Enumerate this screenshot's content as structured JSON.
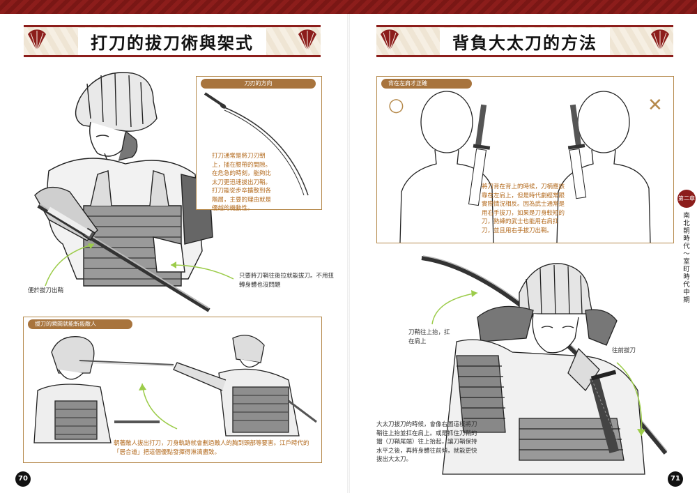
{
  "left_page": {
    "title": "打刀的拔刀術與架式",
    "page_number": "70",
    "panel_top": {
      "tag": "刀刃的方向",
      "text": "打刀通常是將刀刃朝上，插在腰帶的間隙。在危急的時刻，能夠比太刀更迅速拔出刀鞘。打刀能從步卒擴散到各階層，主要的理由就是優越的機動性。"
    },
    "annotation_right": "只要將刀鞘往後拉就能拔刀。不用扭轉身體也沒問題",
    "annotation_left": "便於拔刀出鞘",
    "panel_bottom": {
      "tag": "拔刀的瞬間就能斬殺敵人",
      "text": "朝著敵人拔出打刀，刀身軌跡就會劃過敵人的胸到頭部等要害。江戶時代的「居合道」把這個優點發揮得淋漓盡致。"
    }
  },
  "right_page": {
    "title": "背負大太刀的方法",
    "page_number": "71",
    "panel_top": {
      "tag": "背在左肩才正確",
      "correct_mark": "○",
      "wrong_mark": "✕",
      "text": "將刀背在背上的時候，刀柄應該靠在左肩上，但是時代劇經常跟實際情況相反。因為武士通常是用右手拔刀，如果是刀身較短的刀，熟練的武士也能用右肩扛刀，並且用右手拔刀出鞘。"
    },
    "annotation_lift": "刀鞘往上抬，扛在肩上",
    "annotation_forward": "往前拔刀",
    "bottom_text": "大太刀拔刀的時候，會像右圖這樣將刀鞘往上抬並扛在肩上。或是抓住刀鞘的鐺（刀鞘尾端）往上抬起，讓刀鞘保持水平之後，再將身體往前傾，就能更快拔出大太刀。"
  },
  "chapter": {
    "number": "第二章",
    "title": "南北朝時代～室町時代中期"
  },
  "colors": {
    "accent_red": "#8c1d1b",
    "panel_border": "#b5894b",
    "tag_brown": "#a8743d",
    "arrow_green": "#9ccc4a"
  }
}
